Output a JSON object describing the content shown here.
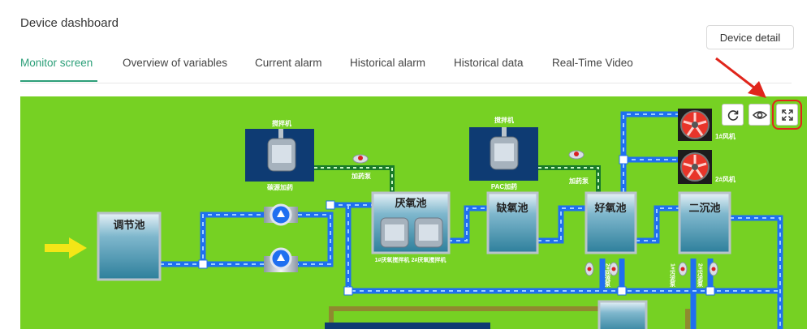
{
  "header": {
    "title": "Device dashboard",
    "detail_button": "Device detail"
  },
  "tabs": [
    {
      "label": "Monitor screen",
      "active": true
    },
    {
      "label": "Overview of variables"
    },
    {
      "label": "Current alarm"
    },
    {
      "label": "Historical alarm"
    },
    {
      "label": "Historical data"
    },
    {
      "label": "Real-Time Video"
    }
  ],
  "diagram": {
    "tanks": {
      "regulating": "调节池",
      "anaerobic": "厌氧池",
      "anoxic": "缺氧池",
      "aerobic": "好氧池",
      "secondary": "二沉池"
    },
    "mixers": {
      "carbon_mixer_top": "搅拌机",
      "carbon_mixer_bottom": "碳源加药",
      "pac_mixer_top": "搅拌机",
      "pac_mixer_bottom": "PAC加药",
      "anaerobic_mixer_1": "1#厌氧搅拌机",
      "anaerobic_mixer_2": "2#厌氧搅拌机"
    },
    "pumps": {
      "dosing_pump_1": "加药泵",
      "dosing_pump_2": "加药泵",
      "return_pump_1": "2#回流泵",
      "sludge_pump_1": "1#污泥泵",
      "sludge_pump_2": "2#污泥泵"
    },
    "fans": {
      "fan_1": "1#风机",
      "fan_2": "2#风机"
    }
  },
  "toolbar": {
    "refresh_icon": "refresh-icon",
    "eye_icon": "eye-icon",
    "fullscreen_icon": "fullscreen-icon"
  },
  "colors": {
    "background": "#76d123",
    "pipe": "#1f6ff0",
    "accent": "#2c9f79",
    "highlight": "#e0251b",
    "olive_pipe": "#8f8a2f"
  }
}
